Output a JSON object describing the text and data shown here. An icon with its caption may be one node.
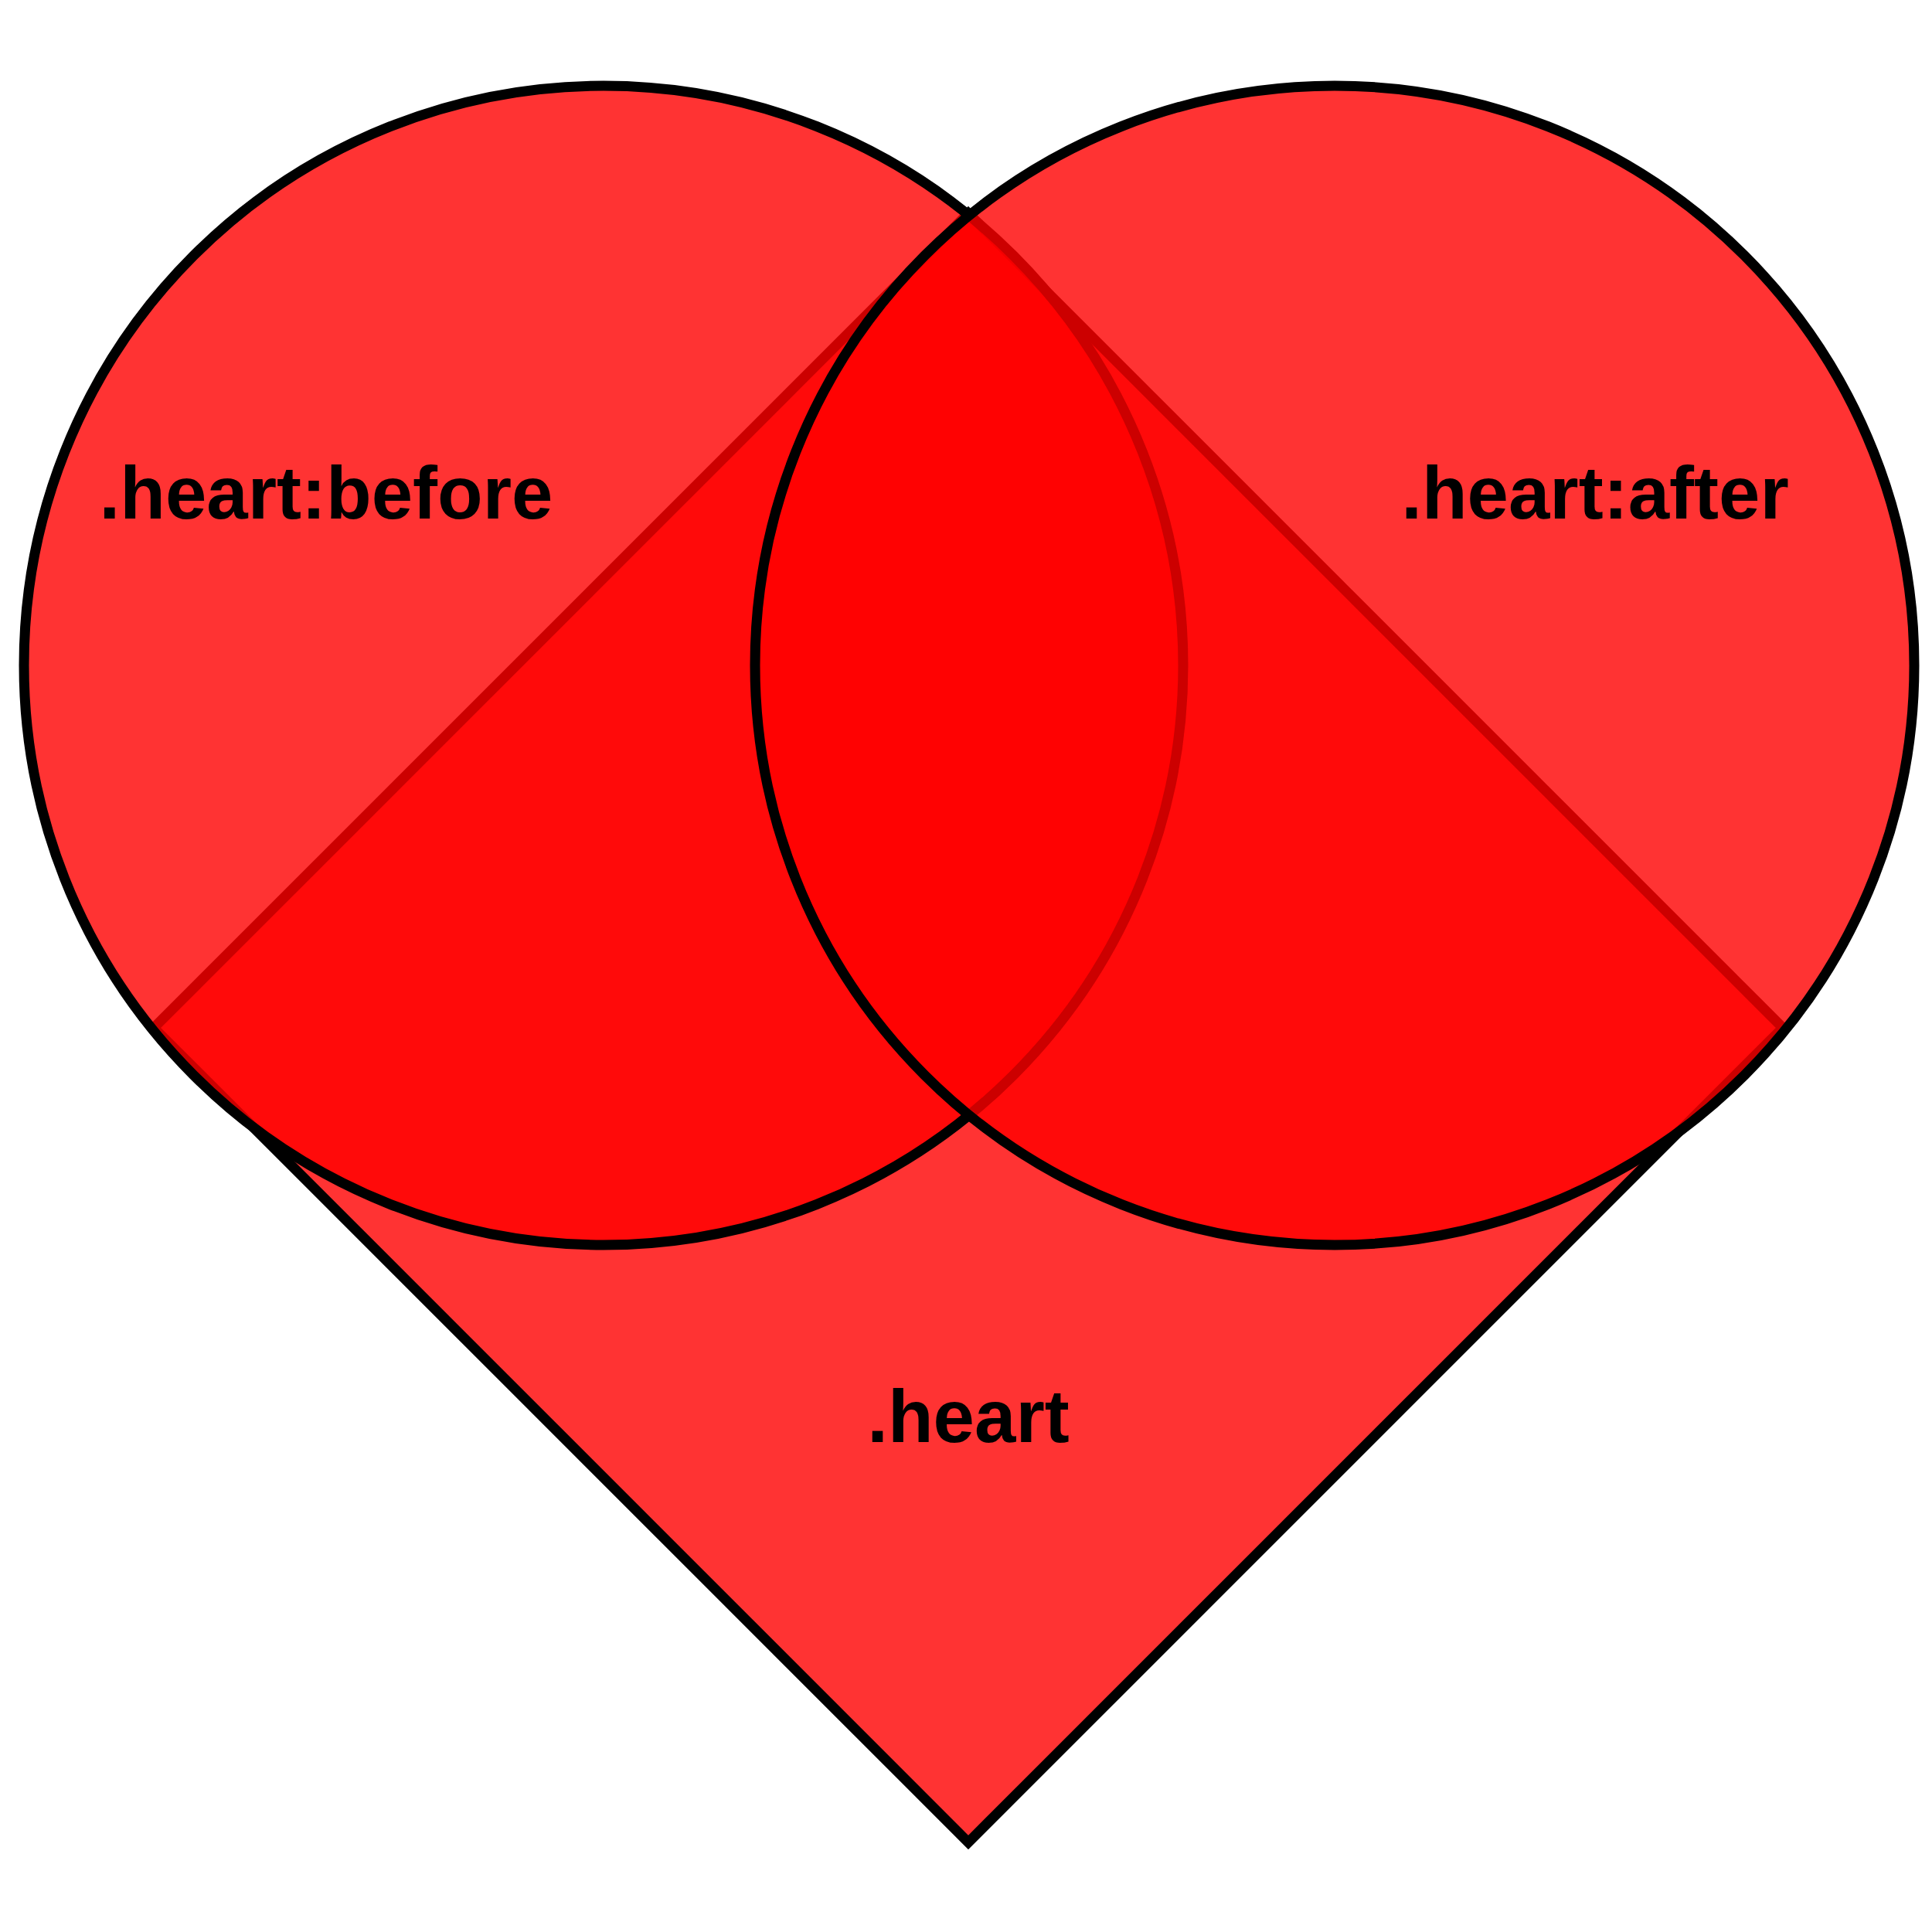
{
  "diagram": {
    "nodes": [
      {
        "text": [
          ".heart:before"
        ]
      },
      {
        "text": [
          ".heart:after"
        ]
      },
      {
        "text": [
          ".heart"
        ]
      }
    ]
  }
}
